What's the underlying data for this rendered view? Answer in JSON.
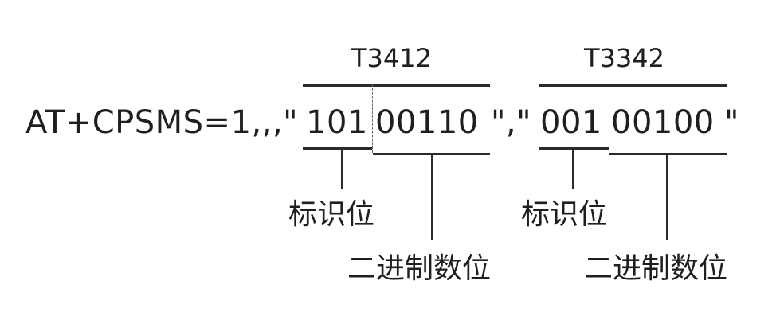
{
  "command": {
    "prefix": "AT+CPSMS=1,,,\"",
    "t3412_flag_bits": "101",
    "t3412_value_bits": "00110",
    "separator": "\",\"",
    "t3342_flag_bits": "001",
    "t3342_value_bits": "00100",
    "suffix": "\""
  },
  "labels": {
    "t3412_title": "T3412",
    "t3342_title": "T3342",
    "flag_bits_label_1": "标识位",
    "value_bits_label_1": "二进制数位",
    "flag_bits_label_2": "标识位",
    "value_bits_label_2": "二进制数位"
  },
  "colors": {
    "text": "#1f1f1f",
    "lines": "#2b2b2b",
    "divider": "#666666"
  }
}
